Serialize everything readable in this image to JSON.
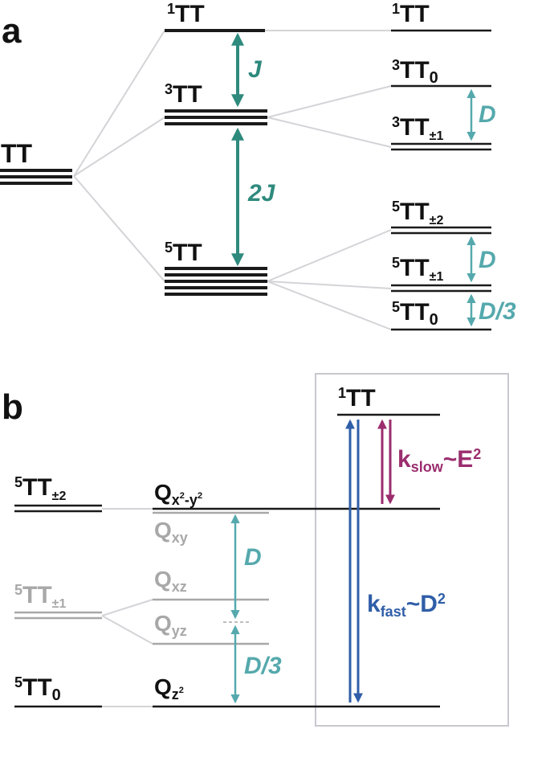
{
  "panel_a": {
    "panel_label": "a",
    "tt": {
      "base": "TT"
    },
    "s1_mid": {
      "sup": "1",
      "base": "TT"
    },
    "t3_mid": {
      "sup": "3",
      "base": "TT"
    },
    "q5_mid": {
      "sup": "5",
      "base": "TT"
    },
    "s1_right": {
      "sup": "1",
      "base": "TT"
    },
    "t3_0": {
      "sup": "3",
      "base": "TT",
      "sub": "0"
    },
    "t3_pm1": {
      "sup": "3",
      "base": "TT",
      "sub": "±1"
    },
    "q5_pm2": {
      "sup": "5",
      "base": "TT",
      "sub": "±2"
    },
    "q5_pm1": {
      "sup": "5",
      "base": "TT",
      "sub": "±1"
    },
    "q5_0": {
      "sup": "5",
      "base": "TT",
      "sub": "0"
    },
    "arrow_j": "J",
    "arrow_2j": "2J",
    "arrow_d_triplet": "D",
    "arrow_d_quintet": "D",
    "arrow_d3": "D/3"
  },
  "panel_b": {
    "panel_label": "b",
    "left_pm2": {
      "sup": "5",
      "base": "TT",
      "sub": "±2"
    },
    "left_pm1": {
      "sup": "5",
      "base": "TT",
      "sub": "±1"
    },
    "left_0": {
      "sup": "5",
      "base": "TT",
      "sub": "0"
    },
    "q_x2y2": {
      "base": "Q",
      "sub_parts": [
        "x",
        "2",
        "-y",
        "2"
      ]
    },
    "q_xy": {
      "base": "Q",
      "sub": "xy"
    },
    "q_xz": {
      "base": "Q",
      "sub": "xz"
    },
    "q_yz": {
      "base": "Q",
      "sub": "yz"
    },
    "q_z2": {
      "base": "Q",
      "sub_parts": [
        "z",
        "2"
      ]
    },
    "arrow_d": "D",
    "arrow_d3": "D/3",
    "box_singlet": {
      "sup": "1",
      "base": "TT"
    },
    "k_slow": {
      "base": "k",
      "sub": "slow",
      "rest": "~E",
      "sup": "2"
    },
    "k_fast": {
      "base": "k",
      "sub": "fast",
      "rest": "~D",
      "sup": "2"
    }
  },
  "colors": {
    "level": "#1a1a1a",
    "connector": "#d4d4d8",
    "exchange_arrow": "#2e8a7d",
    "zfs_arrow": "#55a9ad",
    "gray_level": "#a8a8a8",
    "k_slow": "#9b2d6e",
    "k_fast": "#2f5ea8",
    "box_border": "#c8c8d0"
  }
}
